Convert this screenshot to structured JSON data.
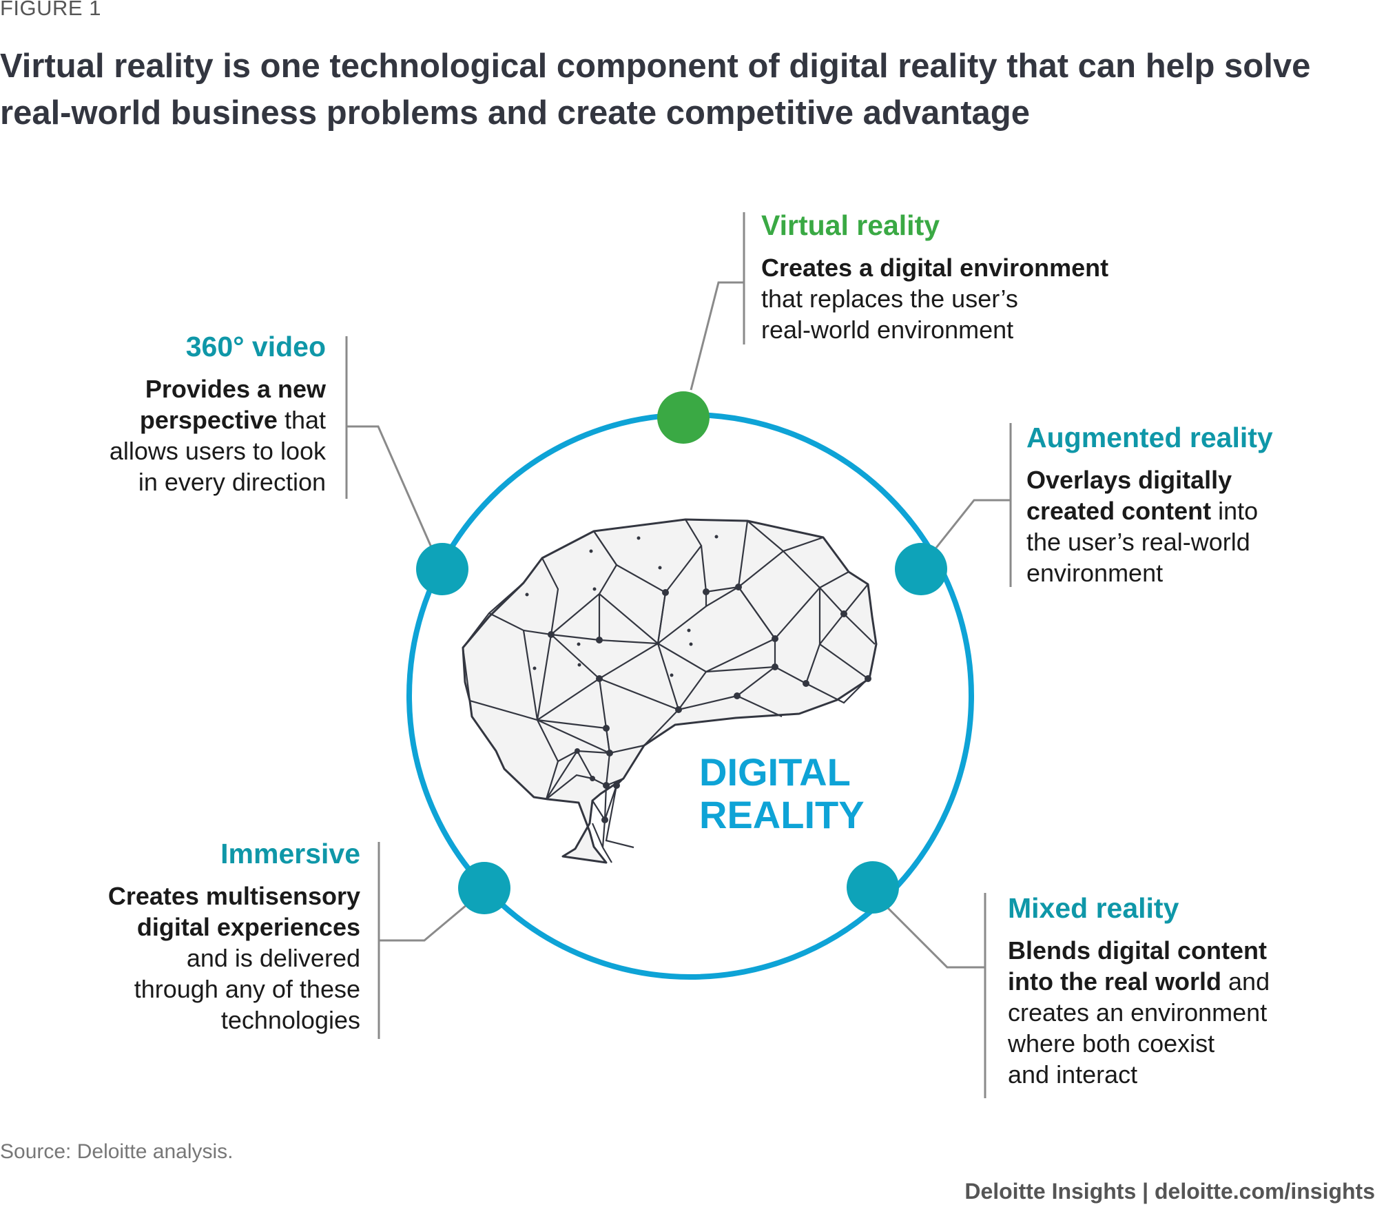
{
  "figure_label": "FIGURE 1",
  "title": {
    "line1": "Virtual reality is one technological component of digital reality that can help solve",
    "line2": "real-world business problems and create competitive advantage"
  },
  "center": {
    "line1": "DIGITAL",
    "line2": "REALITY",
    "ring_color": "#0ea3d6"
  },
  "nodes": {
    "virtual_reality": {
      "color": "#3aa944",
      "heading": "Virtual reality",
      "bold1": "Creates a digital environment",
      "rest1": "that replaces the user’s",
      "rest2": "real-world environment"
    },
    "video_360": {
      "color": "#0f97a8",
      "heading": "360° video",
      "bold1": "Provides a new",
      "bold2": "perspective",
      "rest1": " that",
      "rest2": "allows users to look",
      "rest3": "in every direction"
    },
    "augmented_reality": {
      "color": "#0f97a8",
      "heading": "Augmented reality",
      "bold1": "Overlays digitally",
      "bold2": "created content",
      "rest1": " into",
      "rest2": "the user’s real-world",
      "rest3": "environment"
    },
    "immersive": {
      "color": "#0f97a8",
      "heading": "Immersive",
      "bold1": "Creates multisensory",
      "bold2": "digital experiences",
      "rest1": "and is delivered",
      "rest2": "through any of these",
      "rest3": "technologies"
    },
    "mixed_reality": {
      "color": "#0f97a8",
      "heading": "Mixed reality",
      "bold1": "Blends digital content",
      "bold2": "into the real world",
      "rest1": " and",
      "rest2": "creates an environment",
      "rest3": "where both coexist",
      "rest4": "and interact"
    }
  },
  "icons": {
    "brain": "brain-network-icon"
  },
  "source": "Source: Deloitte analysis.",
  "footer": "Deloitte Insights | deloitte.com/insights"
}
